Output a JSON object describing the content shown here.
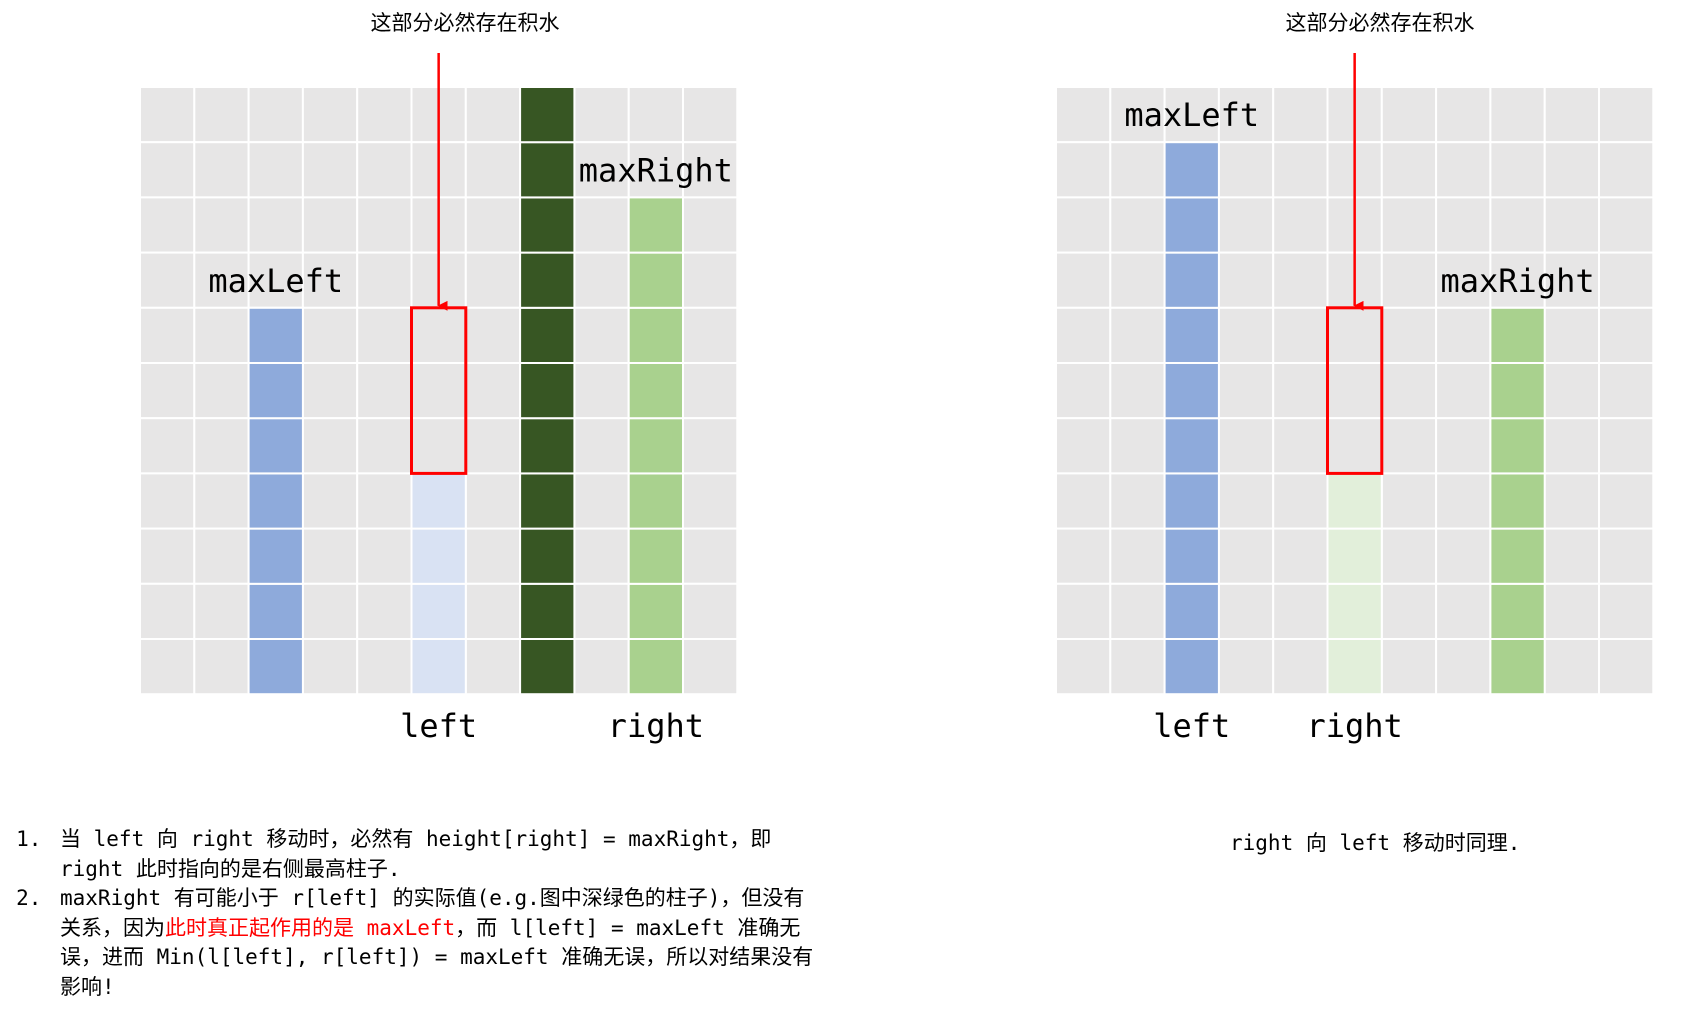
{
  "diagrams": [
    {
      "id": "left-panel",
      "annotation": "这部分必然存在积水",
      "columns": [
        {
          "col": 2,
          "height": 7,
          "fill": "#8eaadb",
          "label": "maxLeft"
        },
        {
          "col": 5,
          "height": 4,
          "fill": "#d9e2f3",
          "bottom_label": "left"
        },
        {
          "col": 7,
          "height": 11,
          "fill": "#375623"
        },
        {
          "col": 9,
          "height": 9,
          "fill": "#a9d18e",
          "label": "maxRight",
          "bottom_label": "right"
        }
      ],
      "highlight": {
        "col": 5,
        "from_height": 4,
        "to_height": 7
      },
      "grid": {
        "cols": 11,
        "rows": 11
      }
    },
    {
      "id": "right-panel",
      "annotation": "这部分必然存在积水",
      "columns": [
        {
          "col": 2,
          "height": 10,
          "fill": "#8eaadb",
          "label": "maxLeft",
          "bottom_label": "left"
        },
        {
          "col": 5,
          "height": 4,
          "fill": "#e2efda",
          "bottom_label": "right"
        },
        {
          "col": 8,
          "height": 7,
          "fill": "#a9d18e",
          "label": "maxRight"
        }
      ],
      "highlight": {
        "col": 5,
        "from_height": 4,
        "to_height": 7
      },
      "grid": {
        "cols": 11,
        "rows": 11
      }
    }
  ],
  "notes": {
    "item1_a": "当 left 向 right 移动时，必然有 height[right] = maxRight，即",
    "item1_b": "right 此时指向的是右侧最高柱子.",
    "item2_a": "maxRight 有可能小于 r[left] 的实际值(e.g.图中深绿色的柱子)，但没有",
    "item2_b_pre": "关系，因为",
    "item2_b_red": "此时真正起作用的是 maxLeft",
    "item2_b_post": "，而 l[left] = maxLeft 准确无",
    "item2_c": "误，进而 Min(l[left], r[left]) = maxLeft 准确无误，所以对结果没有",
    "item2_d": "影响!",
    "right_note": "right 向 left 移动时同理."
  },
  "colors": {
    "grid_bg": "#e7e6e6",
    "grid_line": "#ffffff",
    "highlight": "#ff0000"
  }
}
